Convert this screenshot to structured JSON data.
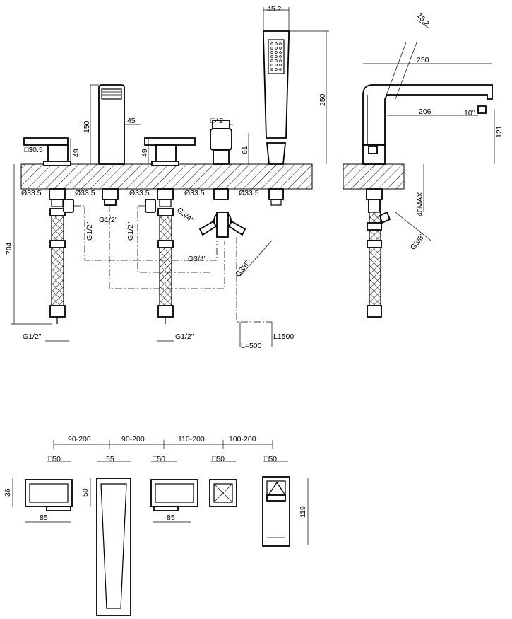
{
  "dimensions": {
    "handshower_width": "45.2",
    "handshower_height": "250",
    "spout_height": "150",
    "spout_width": "45",
    "lever_square": "□30.5",
    "lever_height_left": "49",
    "lever_height_mid": "49",
    "diverter_square": "□42",
    "diverter_height": "61",
    "hole_1": "Ø33.5",
    "hole_2": "Ø33.5",
    "hole_3": "Ø33.5",
    "hole_4": "Ø33.5",
    "hole_5": "Ø33.5",
    "thread_left": "G1/2\"",
    "thread_spout": "G1/2\"",
    "thread_mid": "G1/2\"",
    "thread_bottom_left": "G1/2\"",
    "thread_bottom_mid": "G1/2\"",
    "thread_diverter_a": "G3/4\"",
    "thread_diverter_b": "G3/4\"",
    "thread_diverter_c": "G3/4\"",
    "total_depth": "704",
    "hose_500": "L=500",
    "hose_1500": "L1500",
    "side_reach": "250",
    "side_inner_reach": "206",
    "side_angle": "10°",
    "side_height": "121",
    "side_hose_dia": "15.2",
    "deck_max": "40MAX",
    "side_thread": "G3/8\""
  },
  "plan": {
    "spacing_1": "90-200",
    "spacing_2": "90-200",
    "spacing_3": "110-200",
    "spacing_4": "100-200",
    "lever_left_square": "□50",
    "spout_width": "55",
    "spout_depth": "50",
    "lever_mid_square": "□50",
    "diverter_square": "□50",
    "shower_square": "□50",
    "lever_left_depth": "36",
    "lever_left_length": "85",
    "lever_mid_length": "85",
    "shower_length": "119"
  }
}
